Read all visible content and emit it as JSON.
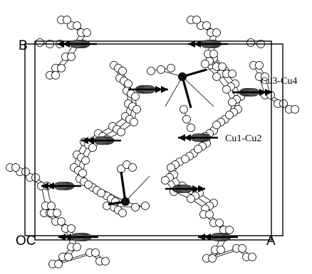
{
  "figure": {
    "axis_labels": {
      "b": "B",
      "origin": "OC",
      "a": "A"
    },
    "site_labels": {
      "upper": "Cu3-Cu4",
      "lower": "Cu1-Cu2"
    }
  },
  "colors": {
    "line": "#000000",
    "atom_fill": "#ffffff",
    "metal": "#555555",
    "arrow": "#000000"
  }
}
